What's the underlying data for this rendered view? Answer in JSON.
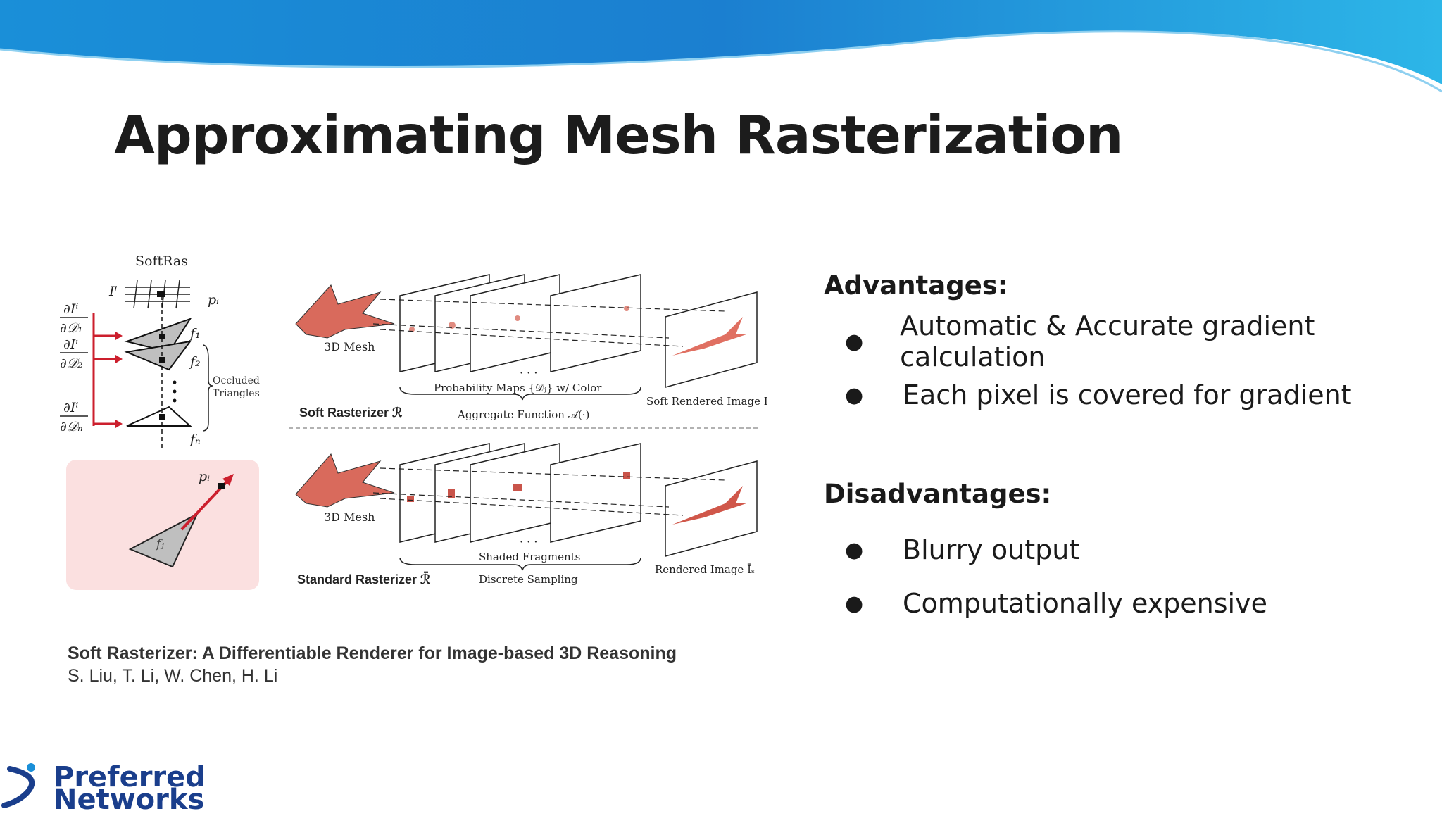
{
  "slide": {
    "title": "Approximating Mesh Rasterization"
  },
  "figure": {
    "softras_label": "SoftRas",
    "occluded_label_1": "Occluded",
    "occluded_label_2": "Triangles",
    "mesh_label_top": "3D Mesh",
    "mesh_label_bottom": "3D Mesh",
    "prob_maps_label": "Probability Maps {𝒟ⱼ} w/ Color",
    "aggregate_label": "Aggregate Function 𝒜(·)",
    "soft_rendered_label": "Soft Rendered Image Iₛ",
    "soft_rasterizer_label": "Soft Rasterizer ℛ",
    "shaded_fragments_label": "Shaded Fragments",
    "discrete_sampling_label": "Discrete Sampling",
    "rendered_image_label": "Rendered Image Īₛ",
    "standard_rasterizer_label": "Standard Rasterizer ℛ̄",
    "ellipsis": "· · ·"
  },
  "caption": {
    "title": "Soft Rasterizer: A Differentiable Renderer for Image-based 3D Reasoning",
    "authors": "S. Liu, T. Li, W. Chen, H. Li"
  },
  "advantages": {
    "heading": "Advantages:",
    "items": [
      "Automatic & Accurate gradient calculation",
      "Each pixel is covered for gradient"
    ]
  },
  "disadvantages": {
    "heading": "Disadvantages:",
    "items": [
      "Blurry output",
      "Computationally expensive"
    ]
  },
  "bullet_symbol": "●",
  "logo": {
    "line1": "Preferred",
    "line2": "Networks"
  },
  "colors": {
    "header_blue": "#1a8fd8",
    "accent_red": "#cc1f2d",
    "pink_panel": "#fbe0e0",
    "logo_blue": "#1a3e8c"
  }
}
